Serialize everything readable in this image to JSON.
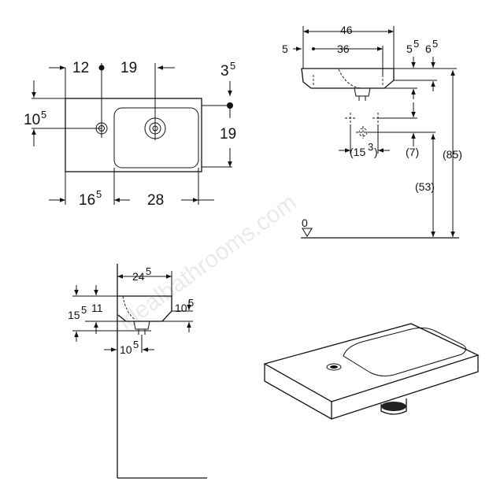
{
  "watermark": "idealbathrooms.com",
  "plan": {
    "d12": "12",
    "d19_top": "19",
    "d3": "3",
    "d3_sup": "5",
    "d10": "10",
    "d10_sup": "5",
    "d19_right": "19",
    "d16": "16",
    "d16_sup": "5",
    "d28": "28"
  },
  "side": {
    "d46": "46",
    "d36": "36",
    "d5": "5",
    "d5b": "5",
    "d5b_sup": "5",
    "d6": "6",
    "d6_sup": "5",
    "d15": "(15",
    "d15_sup": "3",
    "d15_close": ")",
    "d7": "(7)",
    "d53": "(53)",
    "d85": "(85)",
    "zero": "0"
  },
  "section": {
    "d24": "24",
    "d24_sup": "5",
    "d15": "15",
    "d15_sup": "5",
    "d11": "11",
    "d10a": "10",
    "d10a_sup": "5",
    "d10b": "10",
    "d10b_sup": "5"
  }
}
